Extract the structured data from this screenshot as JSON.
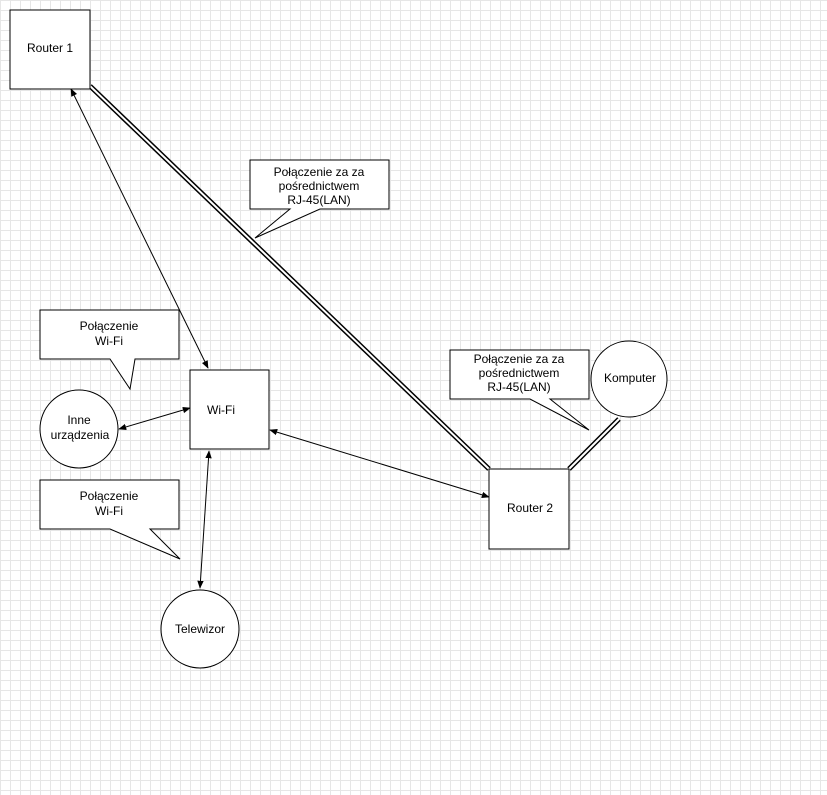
{
  "diagram": {
    "nodes": {
      "router1": {
        "label": "Router 1"
      },
      "router2": {
        "label": "Router 2"
      },
      "wifi": {
        "label": "Wi-Fi"
      },
      "komputer": {
        "label": "Komputer"
      },
      "inne": {
        "label_line1": "Inne",
        "label_line2": "urządzenia"
      },
      "telewizor": {
        "label": "Telewizor"
      }
    },
    "callouts": {
      "lan_top": {
        "line1": "Połączenie za za",
        "line2": "pośrednictwem",
        "line3": "RJ-45(LAN)"
      },
      "lan_right": {
        "line1": "Połączenie za za",
        "line2": "pośrednictwem",
        "line3": "RJ-45(LAN)"
      },
      "wifi_upper": {
        "line1": "Połączenie",
        "line2": "Wi-Fi"
      },
      "wifi_lower": {
        "line1": "Połączenie",
        "line2": "Wi-Fi"
      }
    },
    "colors": {
      "stroke": "#000000",
      "fill": "#ffffff",
      "grid": "#e6e6e6"
    }
  }
}
